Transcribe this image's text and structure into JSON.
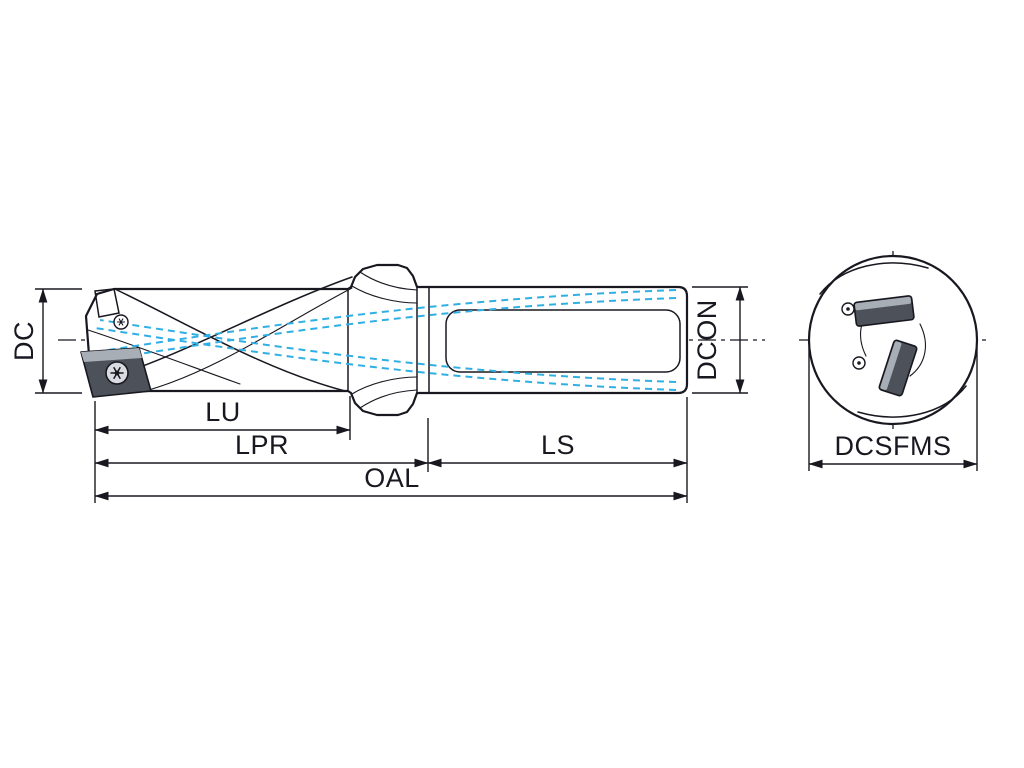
{
  "diagram": {
    "dimension_labels": {
      "dc": "DC",
      "lu": "LU",
      "lpr": "LPR",
      "ls": "LS",
      "oal": "OAL",
      "dcon": "DCON",
      "dcsfms": "DCSFMS"
    },
    "colors": {
      "line": "#181820",
      "coolant": "#2fafe3",
      "insert_dark": "#4d525a",
      "insert_light": "#a8aeb6"
    }
  }
}
